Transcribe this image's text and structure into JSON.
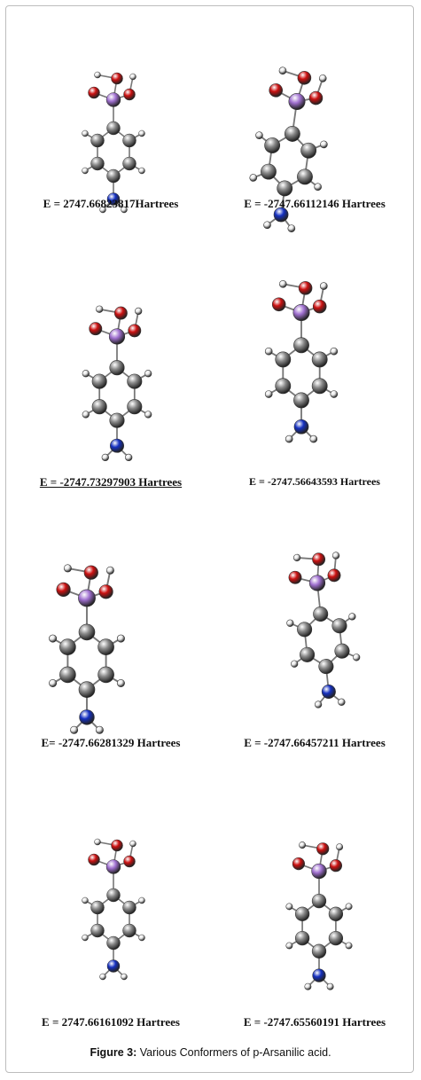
{
  "figure": {
    "caption_label": "Figure 3:",
    "caption_text": " Various Conformers of p-Arsanilic acid."
  },
  "conformers": [
    {
      "energy": "E =  2747.66823817Hartrees",
      "underlined": false
    },
    {
      "energy": "E = -2747.66112146 Hartrees",
      "underlined": false
    },
    {
      "energy": "E = -2747.73297903 Hartrees",
      "underlined": true
    },
    {
      "energy": "E = -2747.56643593 Hartrees",
      "underlined": false
    },
    {
      "energy": "E= -2747.66281329 Hartrees",
      "underlined": false
    },
    {
      "energy": "E = -2747.66457211 Hartrees",
      "underlined": false
    },
    {
      "energy": "E =  2747.66161092 Hartrees",
      "underlined": false
    },
    {
      "energy": "E = -2747.65560191 Hartrees",
      "underlined": false
    }
  ],
  "atom_colors": {
    "arsenic": "#a070d0",
    "oxygen": "#cc1111",
    "carbon": "#8a8a8a",
    "nitrogen": "#1530c0",
    "hydrogen": "#e8e8e8"
  }
}
